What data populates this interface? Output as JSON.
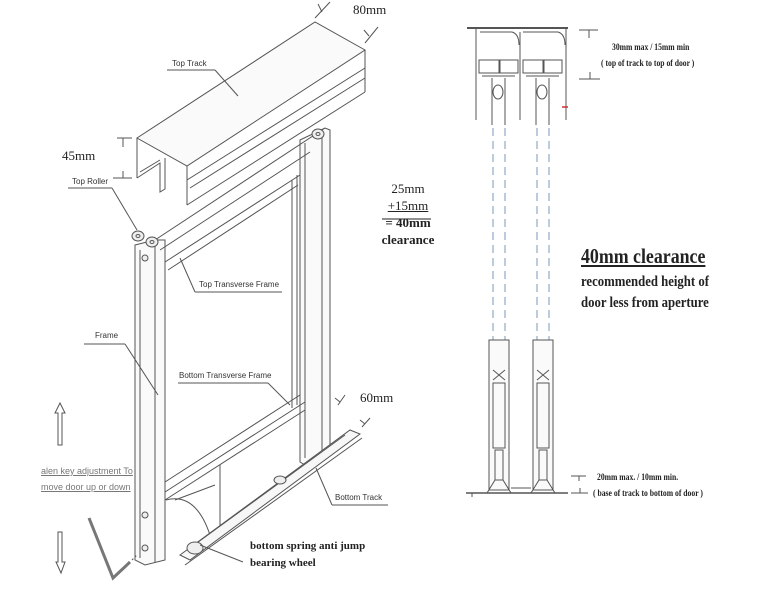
{
  "left_drawing": {
    "dimensions": {
      "track_width": "80mm",
      "track_height": "45mm",
      "bottom_track_width": "60mm"
    },
    "callouts": {
      "top_track": "Top Track",
      "top_roller": "Top Roller",
      "top_transverse_frame": "Top Transverse Frame",
      "frame": "Frame",
      "bottom_transverse_frame": "Bottom Transverse Frame",
      "bottom_track": "Bottom Track",
      "bottom_wheel_line1": "bottom spring anti jump",
      "bottom_wheel_line2": "bearing wheel"
    },
    "adjustment_note": {
      "line1": "alen key adjustment To",
      "line2": "move door up or down"
    },
    "arrows": [
      "arrow-up-icon",
      "arrow-down-icon"
    ],
    "tool": "allen-key-icon"
  },
  "calculation": {
    "line1": "25mm",
    "line2": "+15mm",
    "line3": "= 40mm",
    "line4": "clearance"
  },
  "section_drawing": {
    "top_note_line1": "30mm max  / 15mm min",
    "top_note_line2": "( top of track to top of door )",
    "bottom_note_line1": "20mm max. / 10mm min.",
    "bottom_note_line2": "( base of track to bottom of door )"
  },
  "clearance_note": {
    "title": "40mm clearance",
    "line1": "recommended height of",
    "line2": "door less from aperture"
  },
  "colors": {
    "line": "#555555",
    "text": "#222222",
    "glass_dash": "#7a9ab8",
    "marker_red": "#d03030"
  }
}
